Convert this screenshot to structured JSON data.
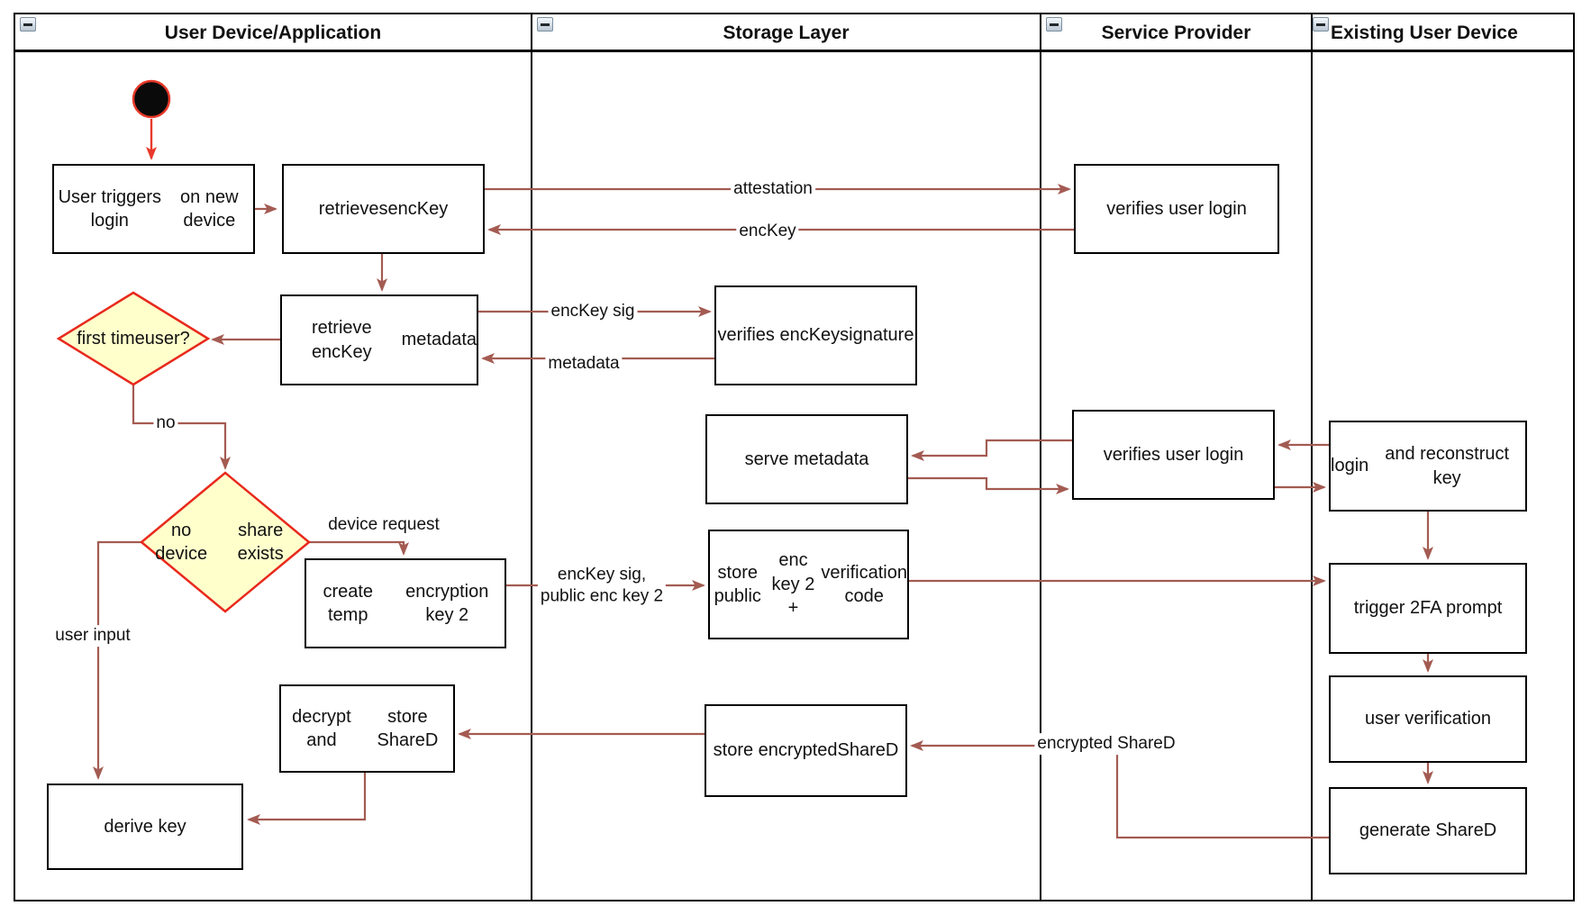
{
  "header": {
    "lanes": [
      "User Device/Application",
      "Storage Layer",
      "Service Provider",
      "Existing User Device"
    ]
  },
  "nodes": {
    "user_triggers_login": [
      "User triggers login",
      "on new device"
    ],
    "retrieves_enckey": [
      "retrieves",
      "encKey"
    ],
    "verifies_user_login_1": [
      "verifies user login"
    ],
    "retrieve_enckey_metadata": [
      "retrieve encKey",
      "metadata"
    ],
    "verifies_enckey_signature": [
      "verifies encKey",
      "signature"
    ],
    "first_time_user": [
      "first time",
      "user?"
    ],
    "serve_metadata": [
      "serve metadata"
    ],
    "verifies_user_login_2": [
      "verifies user login"
    ],
    "login_reconstruct": [
      "login",
      "and reconstruct key"
    ],
    "no_device_share": [
      "no device",
      "share exists"
    ],
    "create_temp_key": [
      "create temp",
      "encryption key 2"
    ],
    "store_public_key": [
      "store public",
      "enc key 2 +",
      "verification code"
    ],
    "trigger_2fa": [
      "trigger 2FA prompt"
    ],
    "decrypt_store_shared": [
      "decrypt and",
      "store ShareD"
    ],
    "store_encrypted_shared": [
      "store encrypted",
      "ShareD"
    ],
    "user_verification": [
      "user verification"
    ],
    "generate_shared": [
      "generate ShareD"
    ],
    "derive_key": [
      "derive key"
    ]
  },
  "edge_labels": {
    "attestation": "attestation",
    "enckey": "encKey",
    "enckey_sig": "encKey sig",
    "metadata": "metadata",
    "no": "no",
    "device_request": "device request",
    "enckey_sig_public": [
      "encKey sig,",
      "public enc key 2"
    ],
    "user_input": "user input",
    "encrypted_shared": "encrypted ShareD"
  },
  "colors": {
    "flow_arrow": "#a35b52",
    "start_arrow": "#e8392a",
    "decision_fill": "#ffffcc",
    "decision_border": "#e8291c",
    "node_border": "#000000",
    "start_fill": "#0a0a0a"
  },
  "icons": {
    "collapse": "minus"
  }
}
